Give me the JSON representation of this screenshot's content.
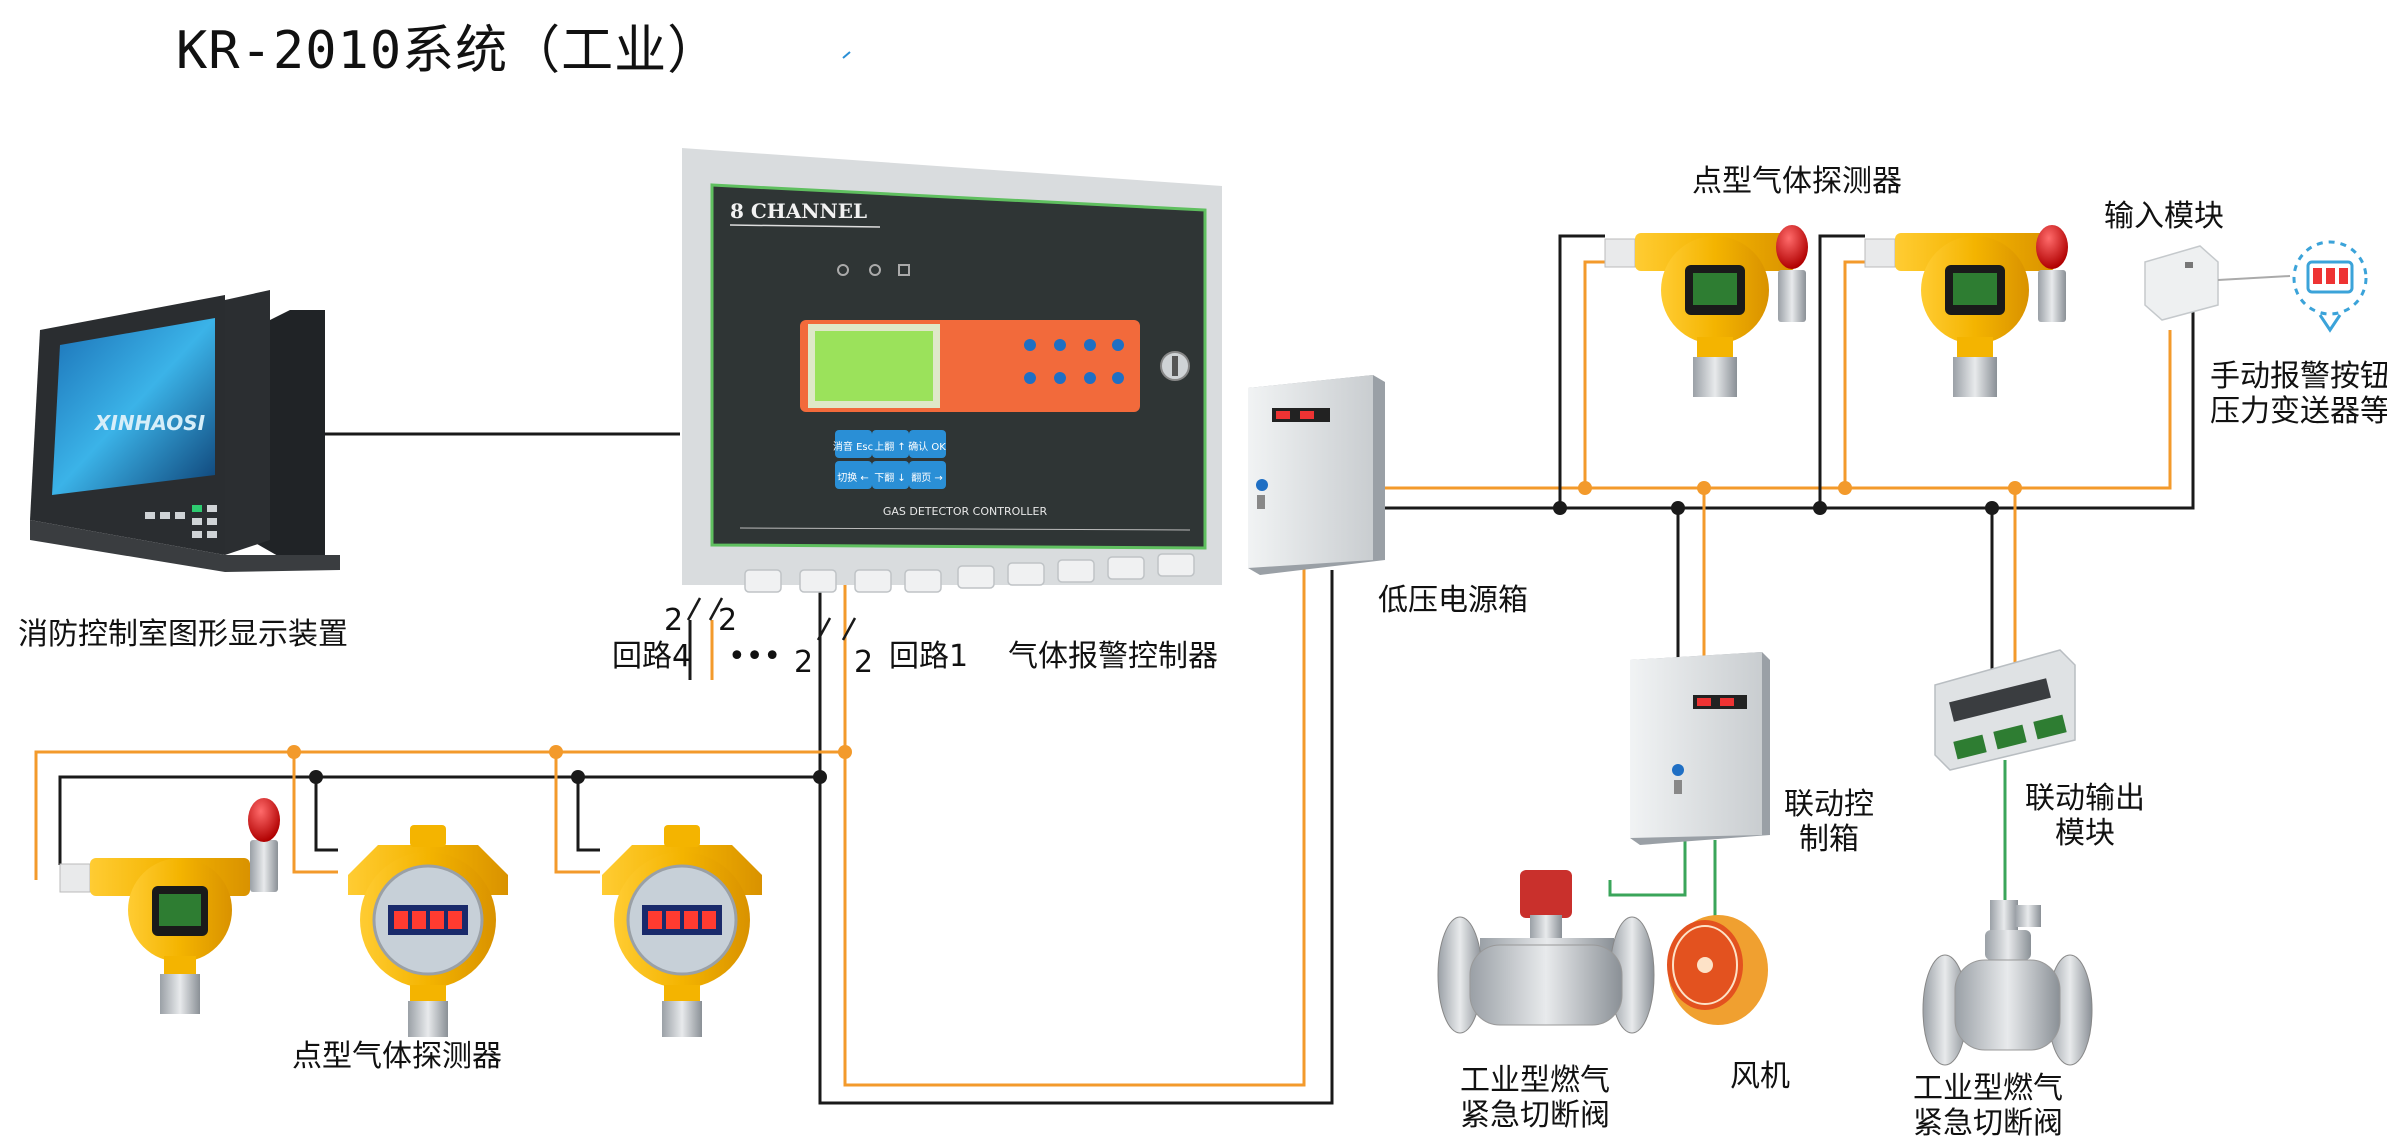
{
  "title": "KR-2010系统（工业）",
  "labels": {
    "fire_room_display": "消防控制室图形显示装置",
    "gas_alarm_controller": "气体报警控制器",
    "loop1": "回路1",
    "loop4": "回路4",
    "ellipsis": "•••",
    "wire_count_2": "2",
    "low_voltage_box": "低压电源箱",
    "point_detector_top": "点型气体探测器",
    "point_detector_bottom": "点型气体探测器",
    "input_module": "输入模块",
    "manual_button_line1": "手动报警按钮",
    "manual_button_line2": "压力变送器等",
    "linkage_box_line1": "联动控",
    "linkage_box_line2": "制箱",
    "linkage_output_line1": "联动输出",
    "linkage_output_line2": "模块",
    "valve1_line1": "工业型燃气",
    "valve1_line2": "紧急切断阀",
    "fan": "风机",
    "valve2_line1": "工业型燃气",
    "valve2_line2": "紧急切断阀"
  },
  "controller_panel": {
    "brand": "8  CHANNEL",
    "footer": "GAS DETECTOR CONTROLLER",
    "monitor_brand": "XINHAOSI",
    "keys": [
      "消音 Esc",
      "上翻 ↑",
      "确认 OK",
      "切换 ←",
      "下翻 ↓",
      "翻页 →"
    ]
  },
  "colors": {
    "wire_black": "#1a1a1a",
    "wire_orange": "#f39a2b",
    "wire_green": "#3aa55a",
    "detector_yellow": "#f4b400",
    "panel_dark": "#2f3535",
    "lcd_green": "#9be25b",
    "keypad_orange": "#f26a3b",
    "key_blue": "#2a8fd6"
  }
}
